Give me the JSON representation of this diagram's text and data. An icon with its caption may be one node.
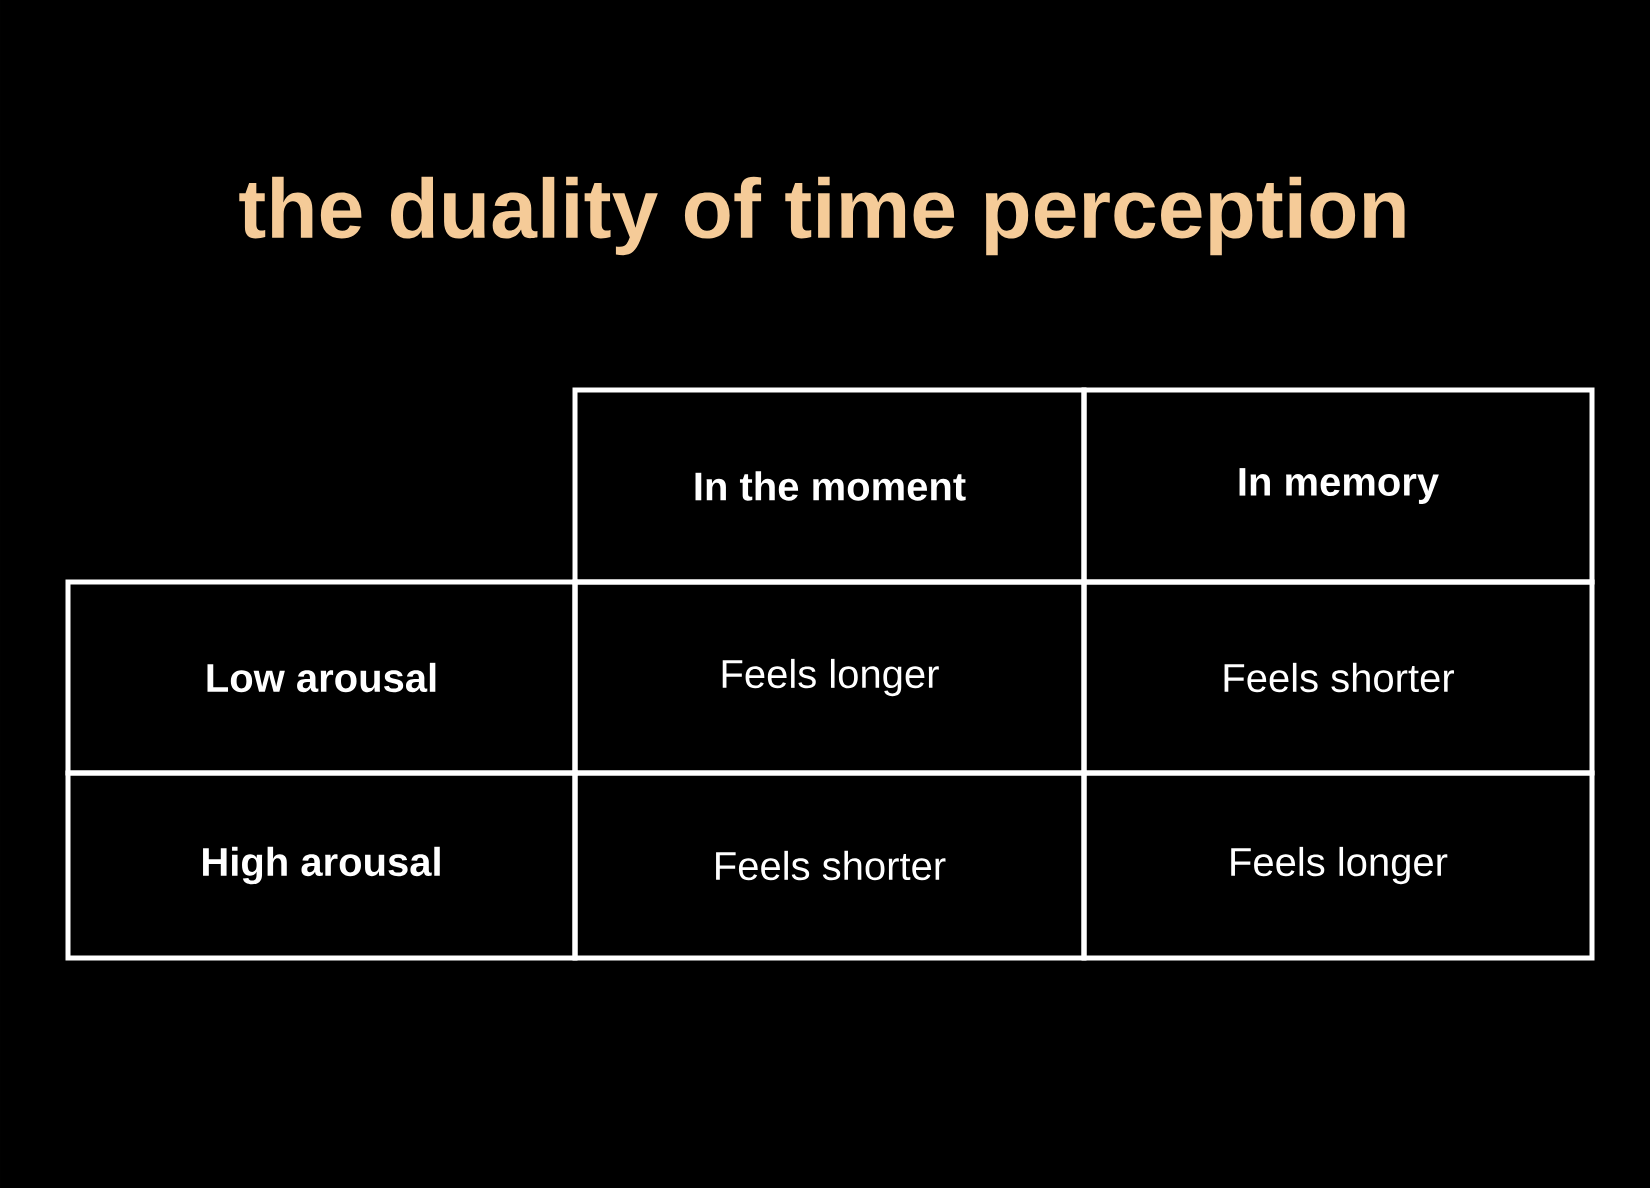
{
  "diagram": {
    "title": "the duality of time perception",
    "labels": [
      "In the moment",
      "In memory",
      "Low arousal",
      "Feels longer",
      "Feels shorter",
      "High arousal",
      "Feels shorter",
      "Feels longer"
    ]
  }
}
